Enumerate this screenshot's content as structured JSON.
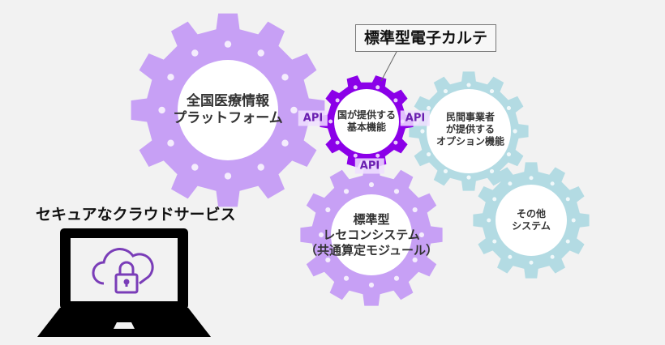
{
  "callout": "標準型電子カルテ",
  "gears": [
    {
      "id": "national-platform",
      "lines": [
        "全国医療情報",
        "プラットフォーム"
      ],
      "color": "#c7a0f5"
    },
    {
      "id": "basic-functions",
      "lines": [
        "国が提供する",
        "基本機能"
      ],
      "color": "#8b00e8"
    },
    {
      "id": "private-options",
      "lines": [
        "民間事業者",
        "が提供する",
        "オプション機能"
      ],
      "color": "#b3dbe3"
    },
    {
      "id": "other-systems",
      "lines": [
        "その他",
        "システム"
      ],
      "color": "#b3dbe3"
    },
    {
      "id": "receipt-computer",
      "lines": [
        "標準型",
        "レセコンシステム",
        "（共通算定モジュール）"
      ],
      "color": "#c7a0f5"
    }
  ],
  "api_labels": [
    "API",
    "API",
    "API"
  ],
  "cloud": {
    "title": "セキュアなクラウドサービス",
    "icon": "cloud-lock-icon",
    "accent": "#7a3db8"
  }
}
